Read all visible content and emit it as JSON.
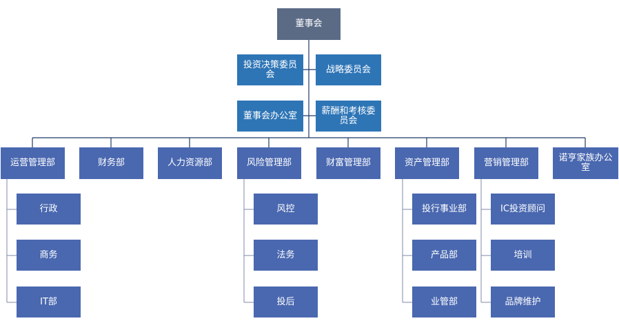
{
  "root": "董事会",
  "committees": {
    "investment": "投资决策委员会",
    "strategy": "战略委员会",
    "board_office": "董事会办公室",
    "compensation": "薪酬和考核委员会"
  },
  "departments": [
    "运营管理部",
    "财务部",
    "人力资源部",
    "风险管理部",
    "财富管理部",
    "资产管理部",
    "营销管理部",
    "诺亨家族办公室"
  ],
  "sub_units": {
    "operations": [
      "行政",
      "商务",
      "IT部"
    ],
    "risk": [
      "风控",
      "法务",
      "投后"
    ],
    "asset": [
      "投行事业部",
      "产品部",
      "业管部"
    ],
    "marketing": [
      "IC投资顾问",
      "培训",
      "品牌维护"
    ]
  },
  "colors": {
    "root": "#5b6b86",
    "committee": "#2e75b6",
    "department": "#4a68b0",
    "connector": "#1f3864"
  }
}
